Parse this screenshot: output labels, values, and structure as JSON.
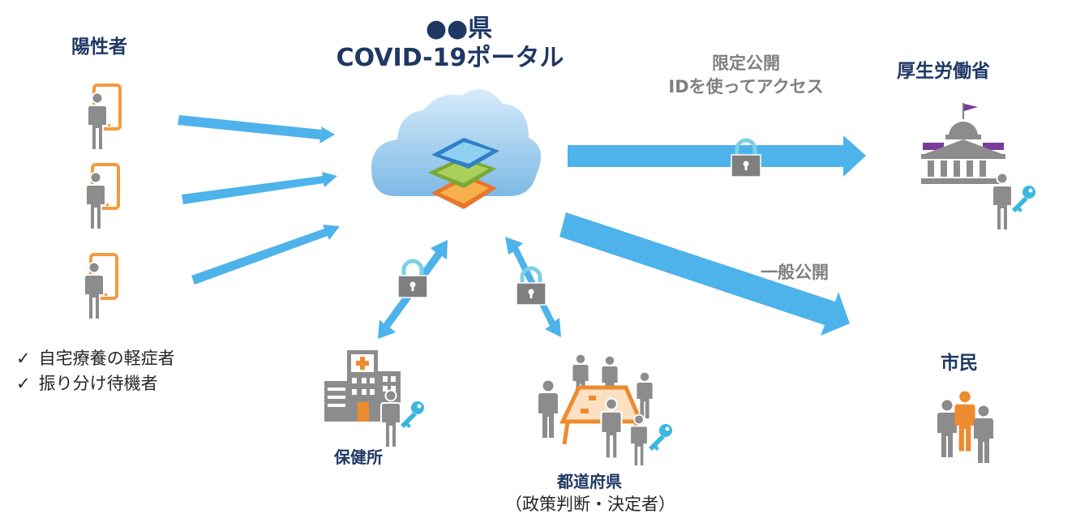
{
  "diagram": {
    "portal": {
      "line1": "●●県",
      "line2": "COVID-19ポータル"
    },
    "patients": {
      "title": "陽性者",
      "notes": [
        "自宅療養の軽症者",
        "振り分け待機者"
      ],
      "check_glyph": "✓"
    },
    "ministry": {
      "title": "厚生労働省"
    },
    "limited_access": {
      "line1": "限定公開",
      "line2": "IDを使ってアクセス"
    },
    "general_access": {
      "label": "一般公開"
    },
    "citizens": {
      "title": "市民"
    },
    "health_center": {
      "title": "保健所"
    },
    "prefecture": {
      "title": "都道府県",
      "subtitle": "（政策判断・決定者）"
    },
    "colors": {
      "arrow": "#4db3ea",
      "title_text": "#1f3864",
      "gray_text": "#7f7f7f",
      "person_gray": "#8c8c8c",
      "phone_orange": "#f39a3d",
      "accent_orange": "#ed8b2f",
      "key_cyan": "#3bb6e0",
      "ministry_purple": "#7a3b9a",
      "cloud": "#8fc6ec"
    },
    "icons": [
      "phone-user-icon",
      "cloud-map-icon",
      "padlock-icon",
      "government-building-icon",
      "key-icon",
      "hospital-icon",
      "meeting-table-icon",
      "citizens-group-icon"
    ]
  }
}
